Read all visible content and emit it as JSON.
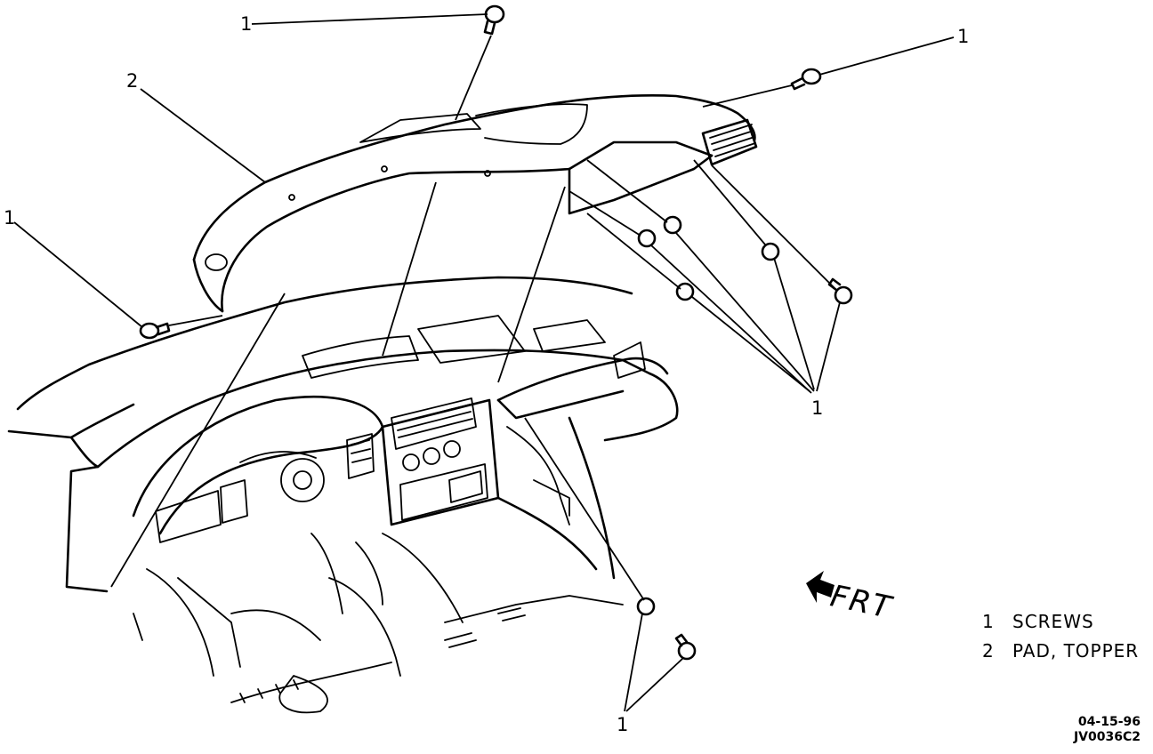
{
  "callouts": {
    "c1_top": "1",
    "c1_right": "1",
    "c1_left": "1",
    "c2_pad": "2",
    "c1_group_right": "1",
    "c1_group_bottom": "1"
  },
  "legend": [
    {
      "num": "1",
      "label": "SCREWS"
    },
    {
      "num": "2",
      "label": "PAD, TOPPER"
    }
  ],
  "front_arrow": {
    "label": "FRT"
  },
  "stamp": {
    "date": "04-15-96",
    "code": "JV0036C2"
  }
}
